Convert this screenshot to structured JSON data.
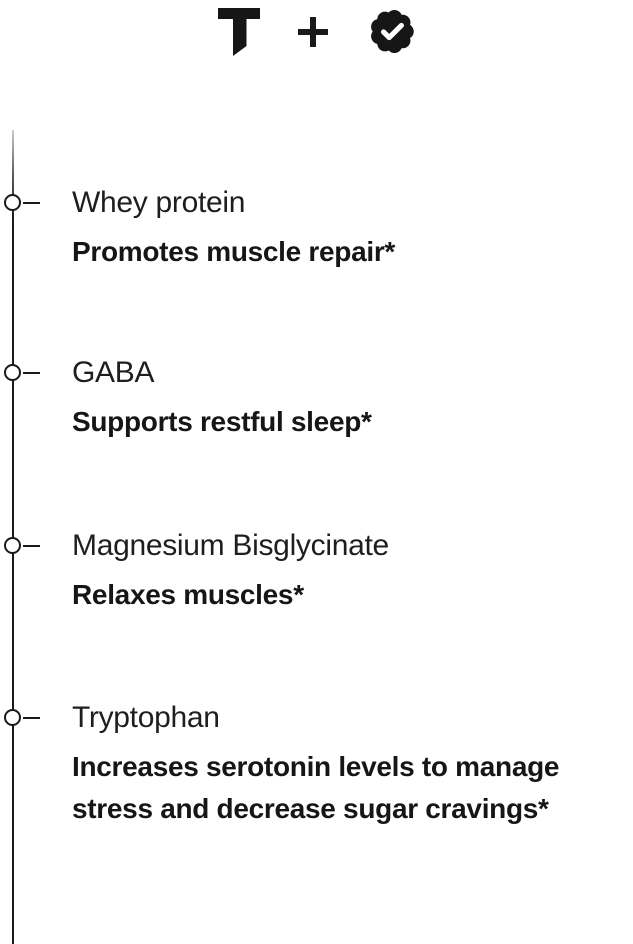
{
  "header": {
    "brand_icon": "t-logo",
    "separator": "plus-icon",
    "certification_icon": "verified-seal-badge"
  },
  "ingredients": [
    {
      "name": "Whey protein",
      "benefit": "Promotes muscle repair*"
    },
    {
      "name": "GABA",
      "benefit": "Supports restful sleep*"
    },
    {
      "name": "Magnesium Bisglycinate",
      "benefit": "Relaxes muscles*"
    },
    {
      "name": "Tryptophan",
      "benefit": "Increases serotonin levels to manage stress and decrease sugar cravings*"
    }
  ],
  "colors": {
    "background": "#ffffff",
    "text": "#1b1b1b",
    "icon": "#161616",
    "timeline": "#1a1a1a",
    "timeline_fade_top": "#cccccc"
  }
}
